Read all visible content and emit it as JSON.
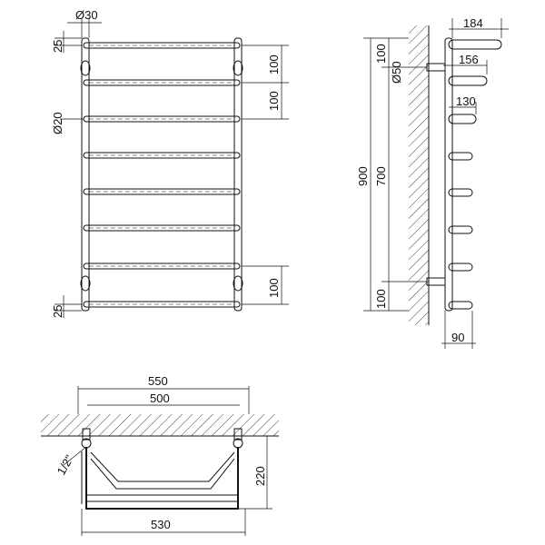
{
  "front_view": {
    "diameter_top": "Ø30",
    "diameter_side": "Ø20",
    "dim_top_offset": "25",
    "dim_bottom_offset": "25",
    "dim_spacing_top_1": "100",
    "dim_spacing_top_2": "100",
    "dim_spacing_bottom": "100"
  },
  "side_view": {
    "depth_total": "184",
    "depth_mid": "156",
    "depth_low": "130",
    "depth_base": "90",
    "height_total": "900",
    "height_centers": "700",
    "offset_top": "100",
    "offset_bottom": "100",
    "connection_diameter": "Ø50"
  },
  "top_view": {
    "width_outer": "550",
    "width_centers": "500",
    "width_base": "530",
    "depth": "220",
    "thread": "1/2\""
  }
}
